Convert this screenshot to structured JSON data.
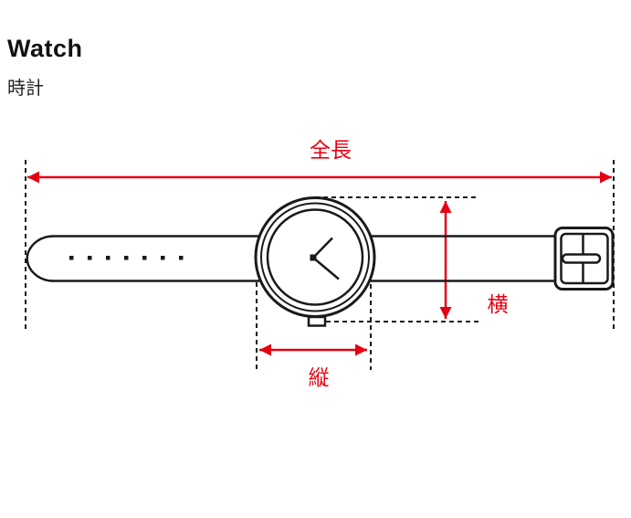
{
  "page": {
    "title": "Watch",
    "subtitle": "時計"
  },
  "measurements": {
    "total_length_label": "全長",
    "width_label": "横",
    "length_label": "縦"
  },
  "colors": {
    "measurement_red": "#e60012",
    "outline_black": "#1a1a1a",
    "background": "#ffffff"
  }
}
